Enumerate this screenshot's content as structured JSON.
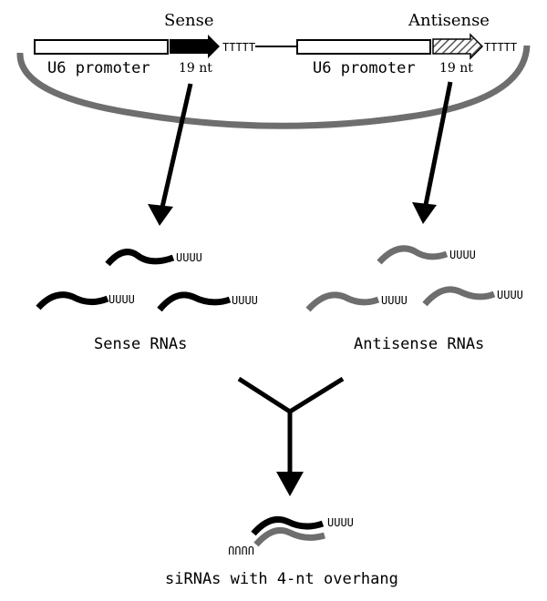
{
  "labels": {
    "sense": "Sense",
    "antisense": "Antisense",
    "promoter_left": "U6 promoter",
    "promoter_right": "U6 promoter",
    "nt_left": "19 nt",
    "nt_right": "19 nt",
    "terminator_left": "TTTTT",
    "terminator_right": "TTTTT",
    "sense_rnas": "Sense RNAs",
    "antisense_rnas": "Antisense RNAs",
    "overhang_tail": "UUUU",
    "sirnas": "siRNAs with 4-nt overhang"
  },
  "colors": {
    "sense_strand": "#000000",
    "antisense_strand": "#6e6e6e",
    "plasmid_ring": "#6e6e6e",
    "hatch": "#555555"
  }
}
